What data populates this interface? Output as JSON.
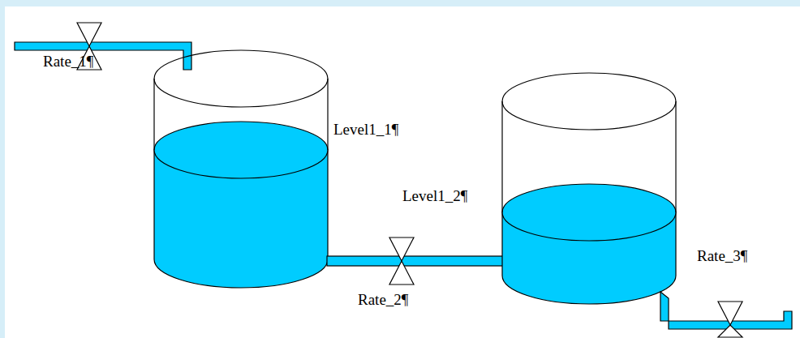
{
  "diagram": {
    "labels": [
      "Rate_1¶",
      "Level1_1¶",
      "Level1_2¶",
      "Rate_2¶",
      "Rate_3¶"
    ]
  }
}
